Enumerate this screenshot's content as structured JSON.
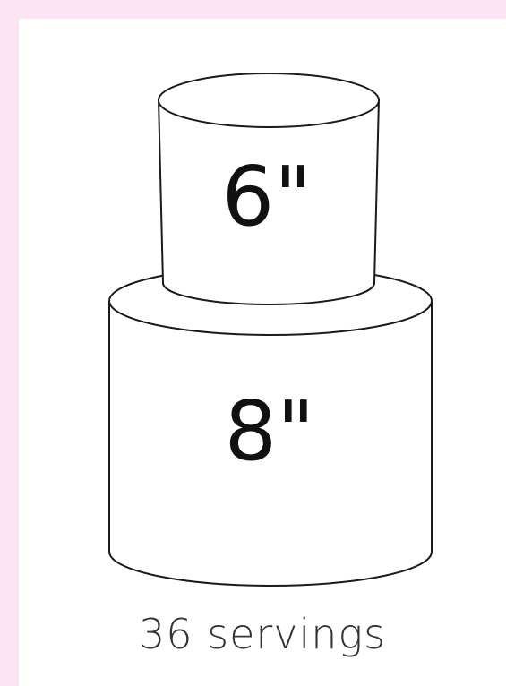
{
  "cake": {
    "top_tier_label": "6\"",
    "bottom_tier_label": "8\""
  },
  "caption": "36 servings",
  "colors": {
    "background": "#fce4f2",
    "panel": "#ffffff",
    "outline": "#1a1a1a",
    "text": "#111111",
    "caption": "#333333"
  }
}
